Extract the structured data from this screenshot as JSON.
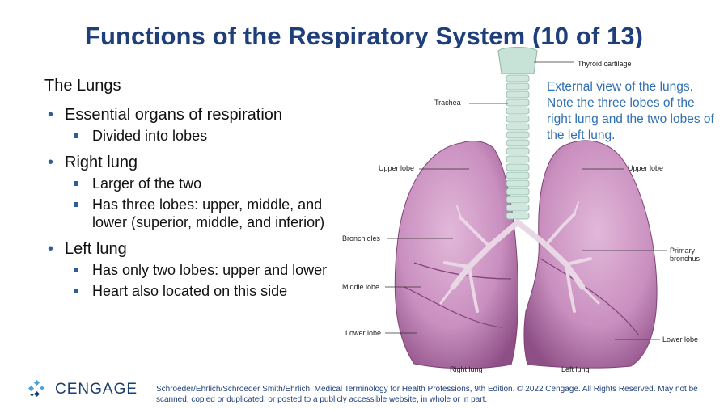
{
  "slide": {
    "title": "Functions of the Respiratory System (10 of 13)",
    "heading": "The Lungs",
    "bullets": [
      {
        "text": "Essential organs of respiration",
        "sub": [
          "Divided into lobes"
        ]
      },
      {
        "text": "Right lung",
        "sub": [
          "Larger of the two",
          "Has three lobes: upper, middle, and lower (superior, middle, and inferior)"
        ]
      },
      {
        "text": "Left lung",
        "sub": [
          "Has only two lobes: upper and lower",
          "Heart also located on this side"
        ]
      }
    ]
  },
  "figure": {
    "caption": "External view of the lungs. Note the three lobes of the right lung and the two lobes of the left lung.",
    "labels": {
      "thyroid_cartilage": "Thyroid cartilage",
      "trachea": "Trachea",
      "upper_lobe_right": "Upper lobe",
      "upper_lobe_left": "Upper lobe",
      "bronchioles": "Bronchioles",
      "primary_bronchus": "Primary bronchus",
      "middle_lobe": "Middle lobe",
      "lower_lobe_right": "Lower lobe",
      "lower_lobe_left": "Lower lobe",
      "right_lung": "Right lung",
      "left_lung": "Left lung"
    }
  },
  "footer": {
    "logo_text": "CENGAGE",
    "credit": "Schroeder/Ehrlich/Schroeder Smith/Ehrlich, Medical Terminology for Health Professions, 9th Edition. © 2022 Cengage. All Rights Reserved. May not be scanned, copied or duplicated, or posted to a publicly accessible website, in whole or in part."
  },
  "colors": {
    "title": "#1f3f7a",
    "caption": "#2f6fb3",
    "bullet": "#2f5d9a",
    "lung": "#c98fbf",
    "trachea": "#c7e3d8"
  }
}
